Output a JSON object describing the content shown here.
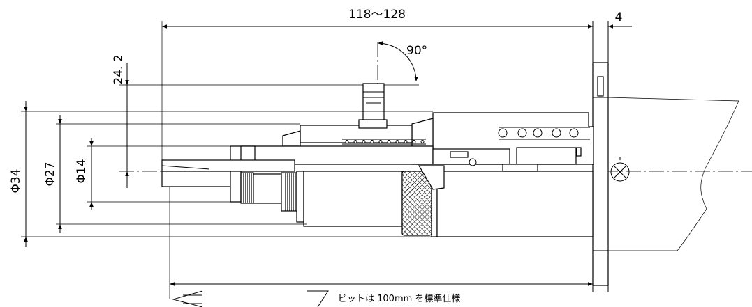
{
  "dimensions": {
    "length_range": "118～128",
    "flange_thickness": "4",
    "height_offset": "24. 2",
    "angle": "90°",
    "dia_outer": "Φ34",
    "dia_mid": "Φ27",
    "dia_inner": "Φ14"
  },
  "note": "ビットは 100mm を標準仕様"
}
